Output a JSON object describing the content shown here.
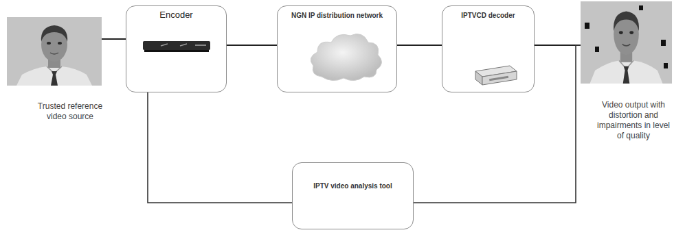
{
  "diagram": {
    "nodes": [
      {
        "text": [
          "Trusted reference video source"
        ]
      },
      {
        "text": [
          "Encoder"
        ]
      },
      {
        "text": [
          "NGN IP distribution network"
        ]
      },
      {
        "text": [
          "IPTVCD decoder"
        ]
      },
      {
        "text": [
          "Video output with distortion and impairments in level of quality"
        ]
      },
      {
        "text": [
          "IPTV video analysis tool"
        ]
      }
    ],
    "edges": [
      {
        "from": 0,
        "to": 1,
        "arrow": "none"
      },
      {
        "from": 1,
        "to": 2,
        "arrow": "none"
      },
      {
        "from": 2,
        "to": 3,
        "arrow": "none"
      },
      {
        "from": 3,
        "to": 4,
        "arrow": "none"
      },
      {
        "from": 1,
        "to": 5,
        "arrow": "none"
      },
      {
        "from": 5,
        "to": 4,
        "arrow": "none"
      }
    ]
  }
}
